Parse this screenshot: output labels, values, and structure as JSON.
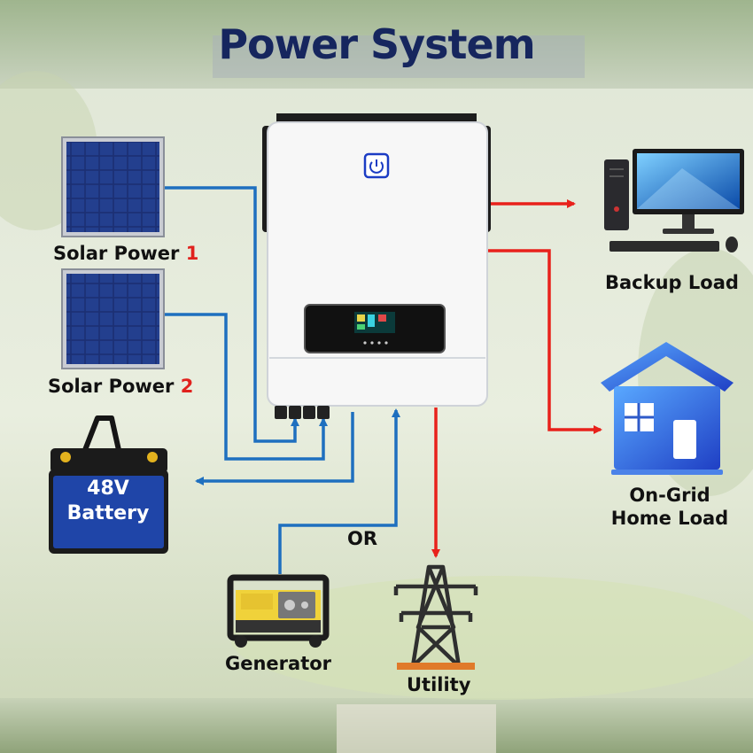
{
  "title": "Power System",
  "labels": {
    "solar1": {
      "text": "Solar Power",
      "number": "1"
    },
    "solar2": {
      "text": "Solar Power",
      "number": "2"
    },
    "battery_line1": "48V",
    "battery_line2": "Battery",
    "backup_load": "Backup Load",
    "on_grid_line1": "On-Grid",
    "on_grid_line2": "Home Load",
    "generator": "Generator",
    "utility": "Utility",
    "or": "OR"
  },
  "colors": {
    "title": "#16265e",
    "dc_line": "#1e6fbf",
    "ac_line": "#e8211b",
    "house": "#3b6fd8",
    "battery": "#1f45a8",
    "tower": "#2f2f2f"
  }
}
